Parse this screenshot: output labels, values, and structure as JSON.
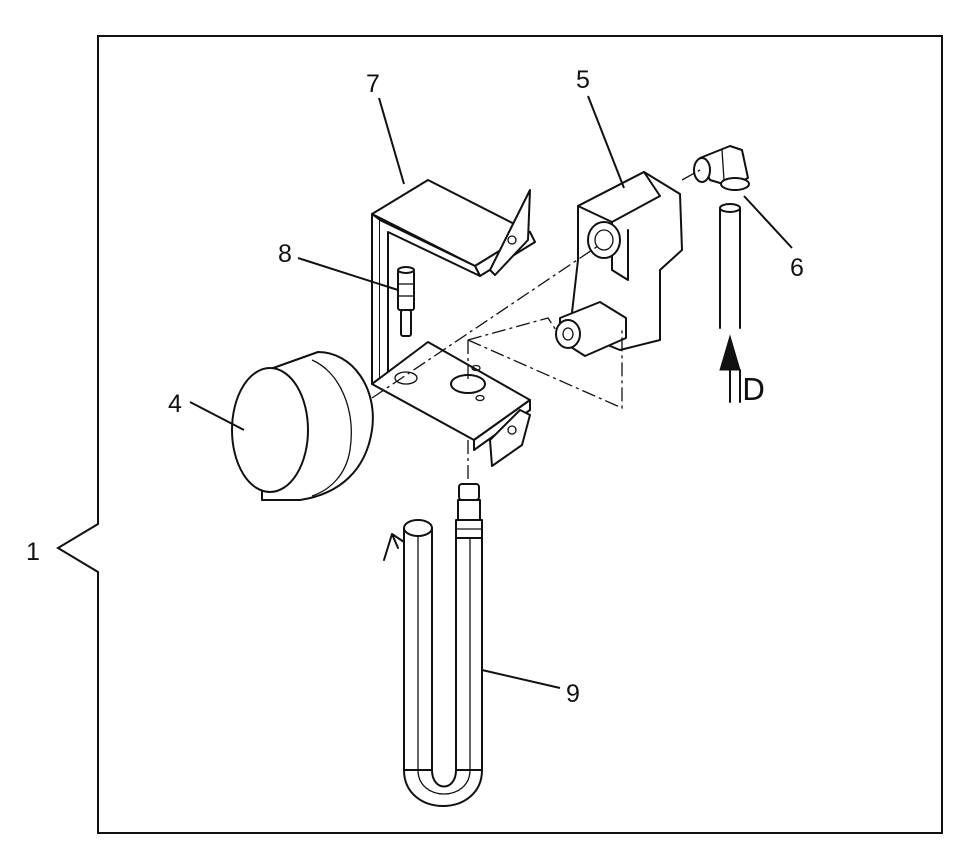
{
  "diagram": {
    "frame_label": "1",
    "callouts": {
      "gauge": "4",
      "manifold": "5",
      "elbow_fitting": "6",
      "bracket": "7",
      "fitting": "8",
      "hose": "9"
    },
    "flow_direction_label": "D"
  }
}
